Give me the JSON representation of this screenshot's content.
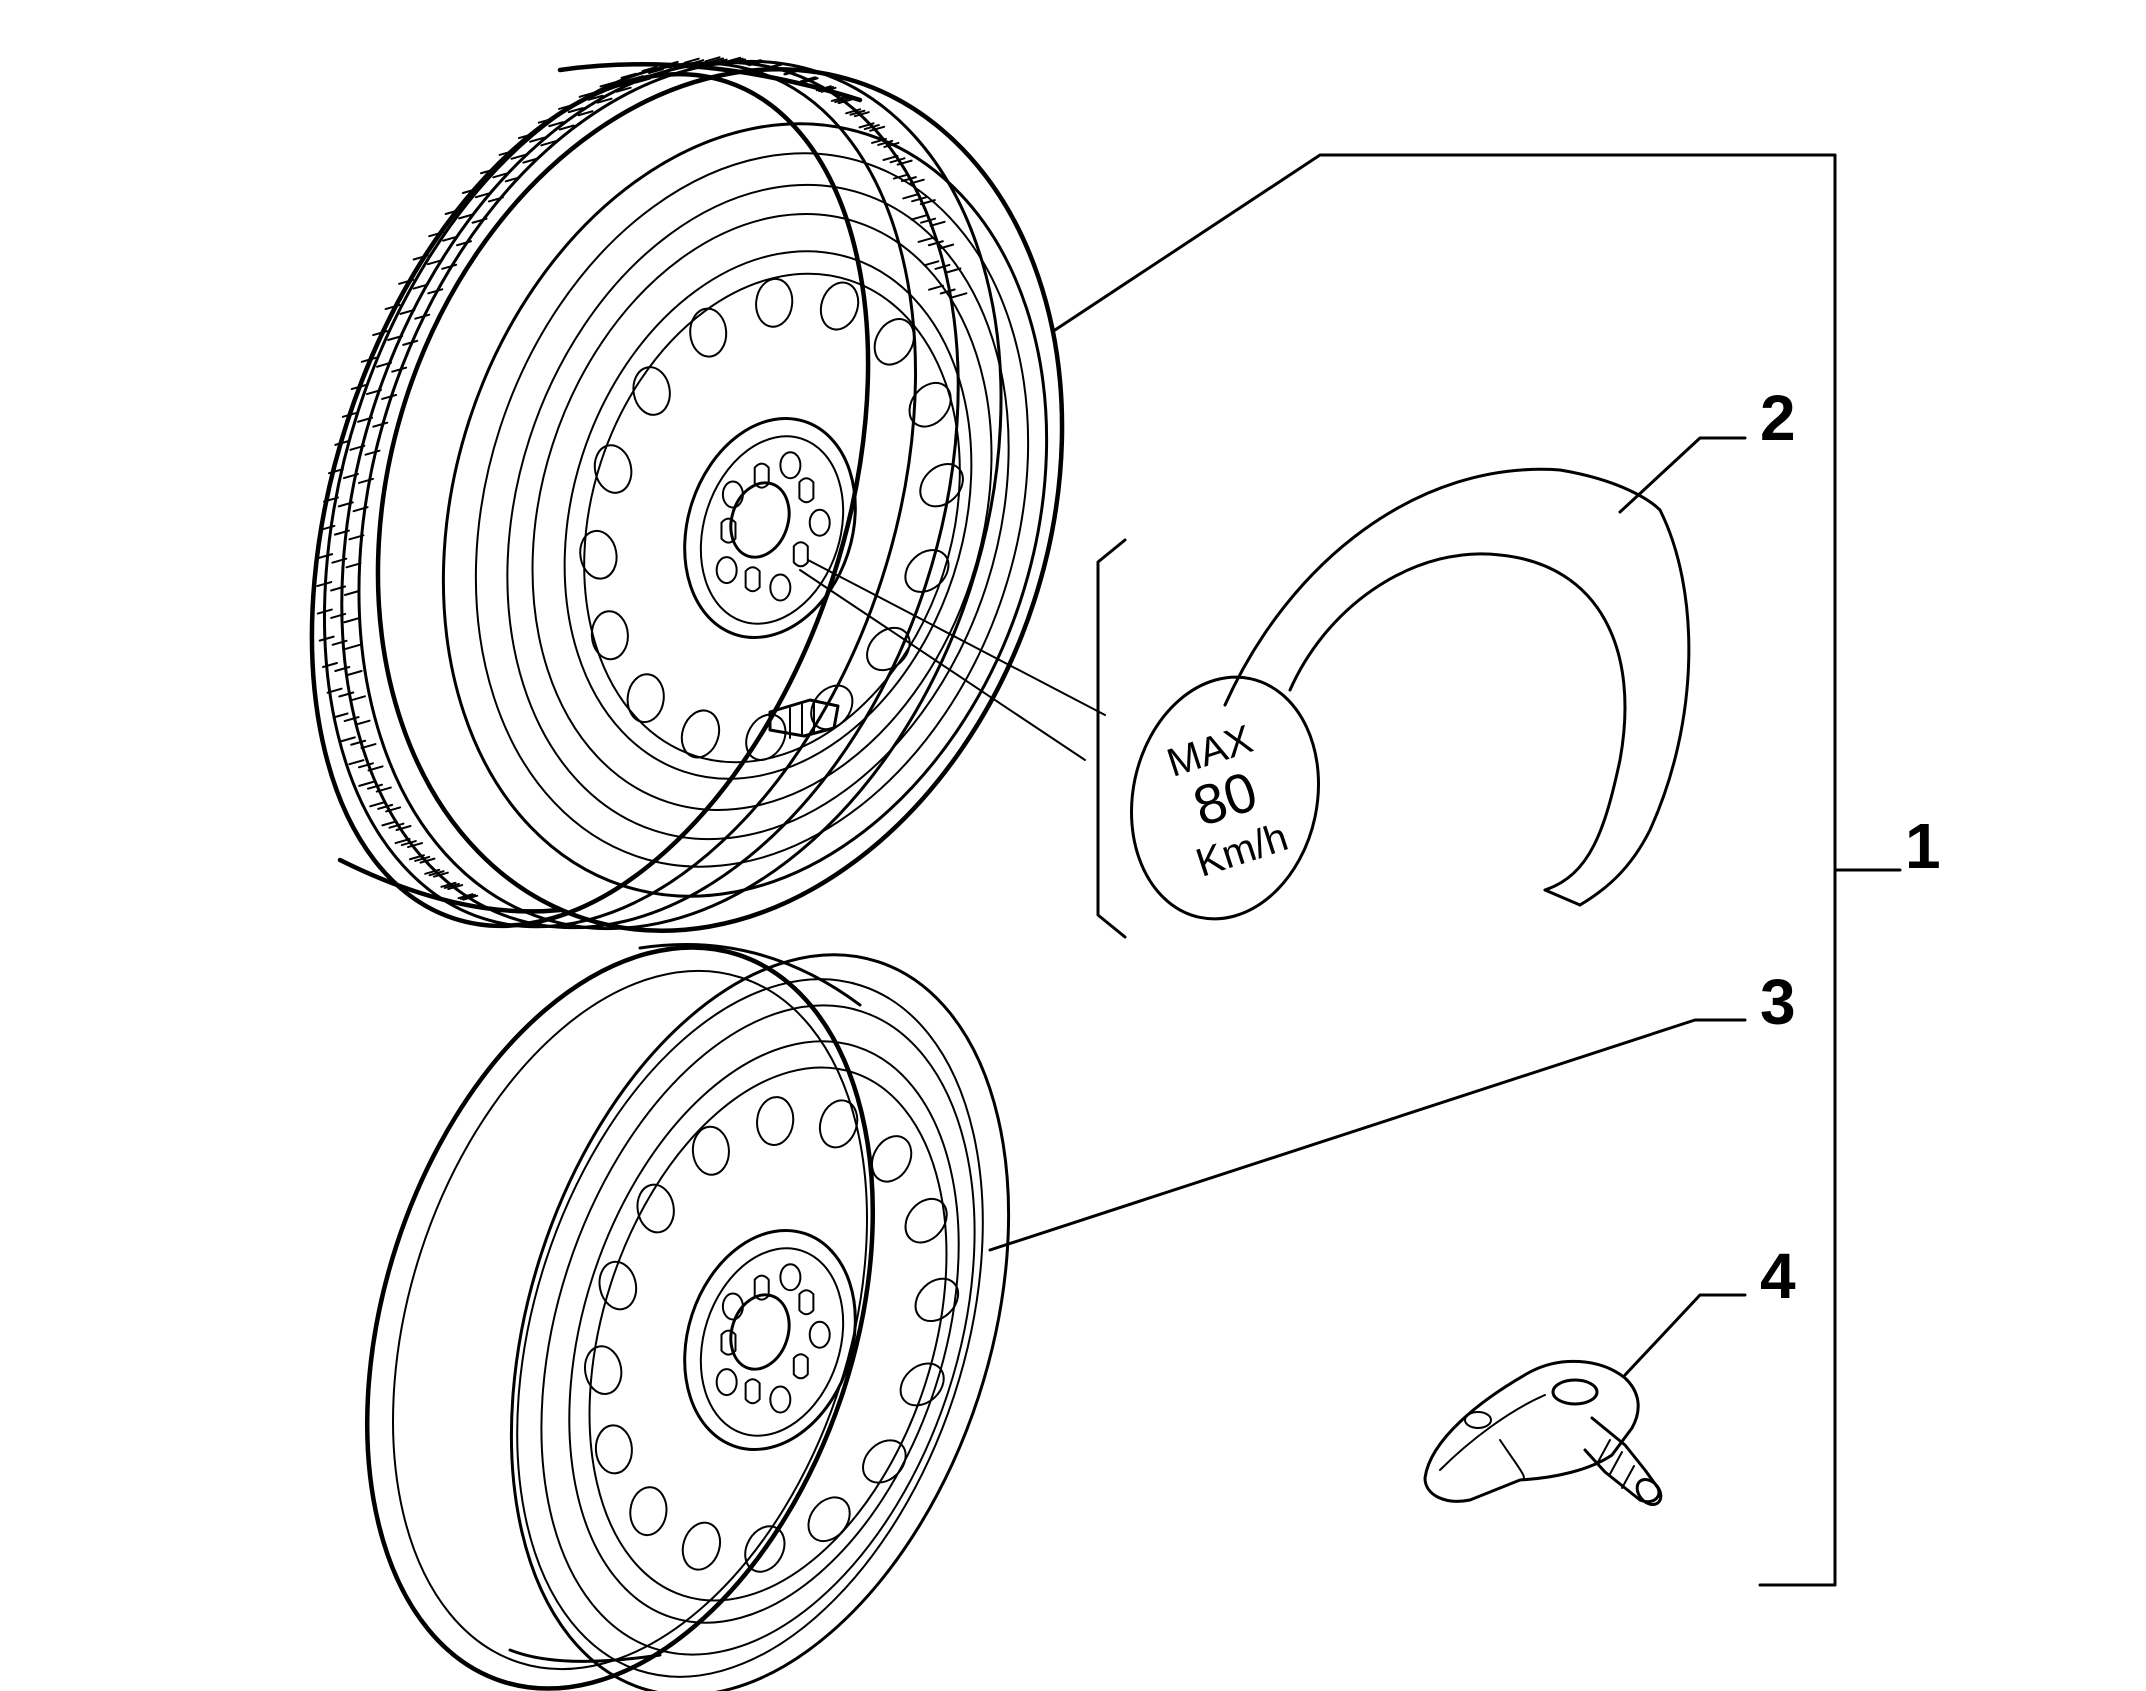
{
  "callouts": [
    {
      "id": "1",
      "label": "1"
    },
    {
      "id": "2",
      "label": "2"
    },
    {
      "id": "3",
      "label": "3"
    },
    {
      "id": "4",
      "label": "4"
    }
  ],
  "sticker": {
    "line1": "MAX",
    "line2": "80",
    "line3": "Km/h"
  },
  "colors": {
    "line": "#000000",
    "background": "#ffffff"
  }
}
